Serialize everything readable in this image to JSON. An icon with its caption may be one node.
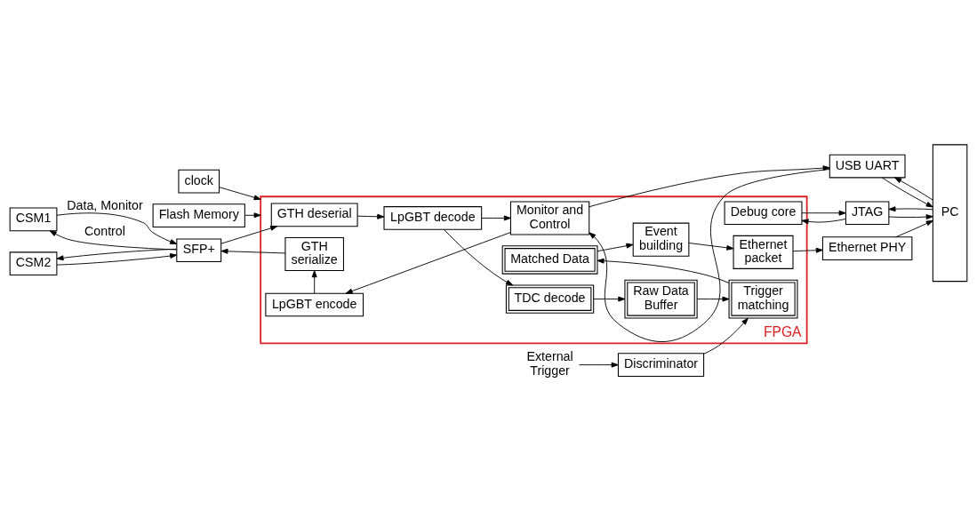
{
  "diagram": {
    "nodes": [
      {
        "text": [
          "clock"
        ]
      },
      {
        "text": [
          "Flash Memory"
        ]
      },
      {
        "text": [
          "External Trigger"
        ]
      },
      {
        "text": [
          "Discriminator"
        ]
      },
      {
        "text": [
          "CSM1"
        ]
      },
      {
        "text": [
          "SFP+"
        ]
      },
      {
        "text": [
          "FPGA"
        ]
      },
      {
        "text": [
          "GTH deserial"
        ],
        "in": 6
      },
      {
        "text": [
          "LpGBT decode"
        ],
        "in": 6
      },
      {
        "text": [
          "TDC decode"
        ],
        "in": 6
      },
      {
        "text": [
          "Raw Data Buffer"
        ],
        "in": 6
      },
      {
        "text": [
          "Trigger matching"
        ],
        "in": 6
      },
      {
        "text": [
          "CSM2"
        ]
      },
      {
        "text": [
          "GTH serialize"
        ],
        "in": 6
      },
      {
        "text": [
          "Matched Data"
        ],
        "in": 6
      },
      {
        "text": [
          "Event building"
        ],
        "in": 6
      },
      {
        "text": [
          "Ethernet packet"
        ],
        "in": 6
      },
      {
        "text": [
          "LpGBT encode"
        ],
        "in": 6
      },
      {
        "text": [
          "Monitor and Control"
        ],
        "in": 6
      },
      {
        "text": [
          "Debug core"
        ],
        "in": 6
      },
      {
        "text": [
          "USB UART"
        ]
      },
      {
        "text": [
          "JTAG"
        ]
      },
      {
        "text": [
          "Ethernet PHY"
        ]
      },
      {
        "text": [
          "PC"
        ]
      }
    ],
    "edges": [
      {
        "from": 0,
        "to": 6,
        "arrow": "to"
      },
      {
        "from": 1,
        "to": 6,
        "arrow": "to"
      },
      {
        "from": 2,
        "to": 3,
        "arrow": "to"
      },
      {
        "from": 3,
        "to": 11,
        "arrow": "to"
      },
      {
        "from": 4,
        "to": 5,
        "arrow": "to",
        "label": "Data, Monitor"
      },
      {
        "from": 5,
        "to": 4,
        "arrow": "to",
        "label": "Control"
      },
      {
        "from": 12,
        "to": 5,
        "arrow": "to"
      },
      {
        "from": 5,
        "to": 12,
        "arrow": "to"
      },
      {
        "from": 5,
        "to": 7,
        "arrow": "to"
      },
      {
        "from": 7,
        "to": 8,
        "arrow": "to"
      },
      {
        "from": 8,
        "to": 9,
        "arrow": "to"
      },
      {
        "from": 9,
        "to": 10,
        "arrow": "to"
      },
      {
        "from": 10,
        "to": 11,
        "arrow": "to"
      },
      {
        "from": 11,
        "to": 14,
        "arrow": "to"
      },
      {
        "from": 14,
        "to": 15,
        "arrow": "to"
      },
      {
        "from": 15,
        "to": 16,
        "arrow": "to"
      },
      {
        "from": 16,
        "to": 22,
        "arrow": "to"
      },
      {
        "from": 22,
        "to": 23,
        "arrow": "to"
      },
      {
        "from": 8,
        "to": 18,
        "arrow": "to"
      },
      {
        "from": 18,
        "to": 17,
        "arrow": "to"
      },
      {
        "from": 17,
        "to": 13,
        "arrow": "to"
      },
      {
        "from": 13,
        "to": 5,
        "arrow": "to"
      },
      {
        "from": 20,
        "to": 18,
        "arrow": "to"
      },
      {
        "from": 18,
        "to": 20,
        "arrow": "to"
      },
      {
        "from": 21,
        "to": 19,
        "arrow": "to"
      },
      {
        "from": 19,
        "to": 21,
        "arrow": "to"
      },
      {
        "from": 23,
        "to": 20,
        "arrow": "to"
      },
      {
        "from": 20,
        "to": 23,
        "arrow": "to"
      },
      {
        "from": 23,
        "to": 21,
        "arrow": "to"
      },
      {
        "from": 21,
        "to": 23,
        "arrow": "to"
      }
    ]
  }
}
